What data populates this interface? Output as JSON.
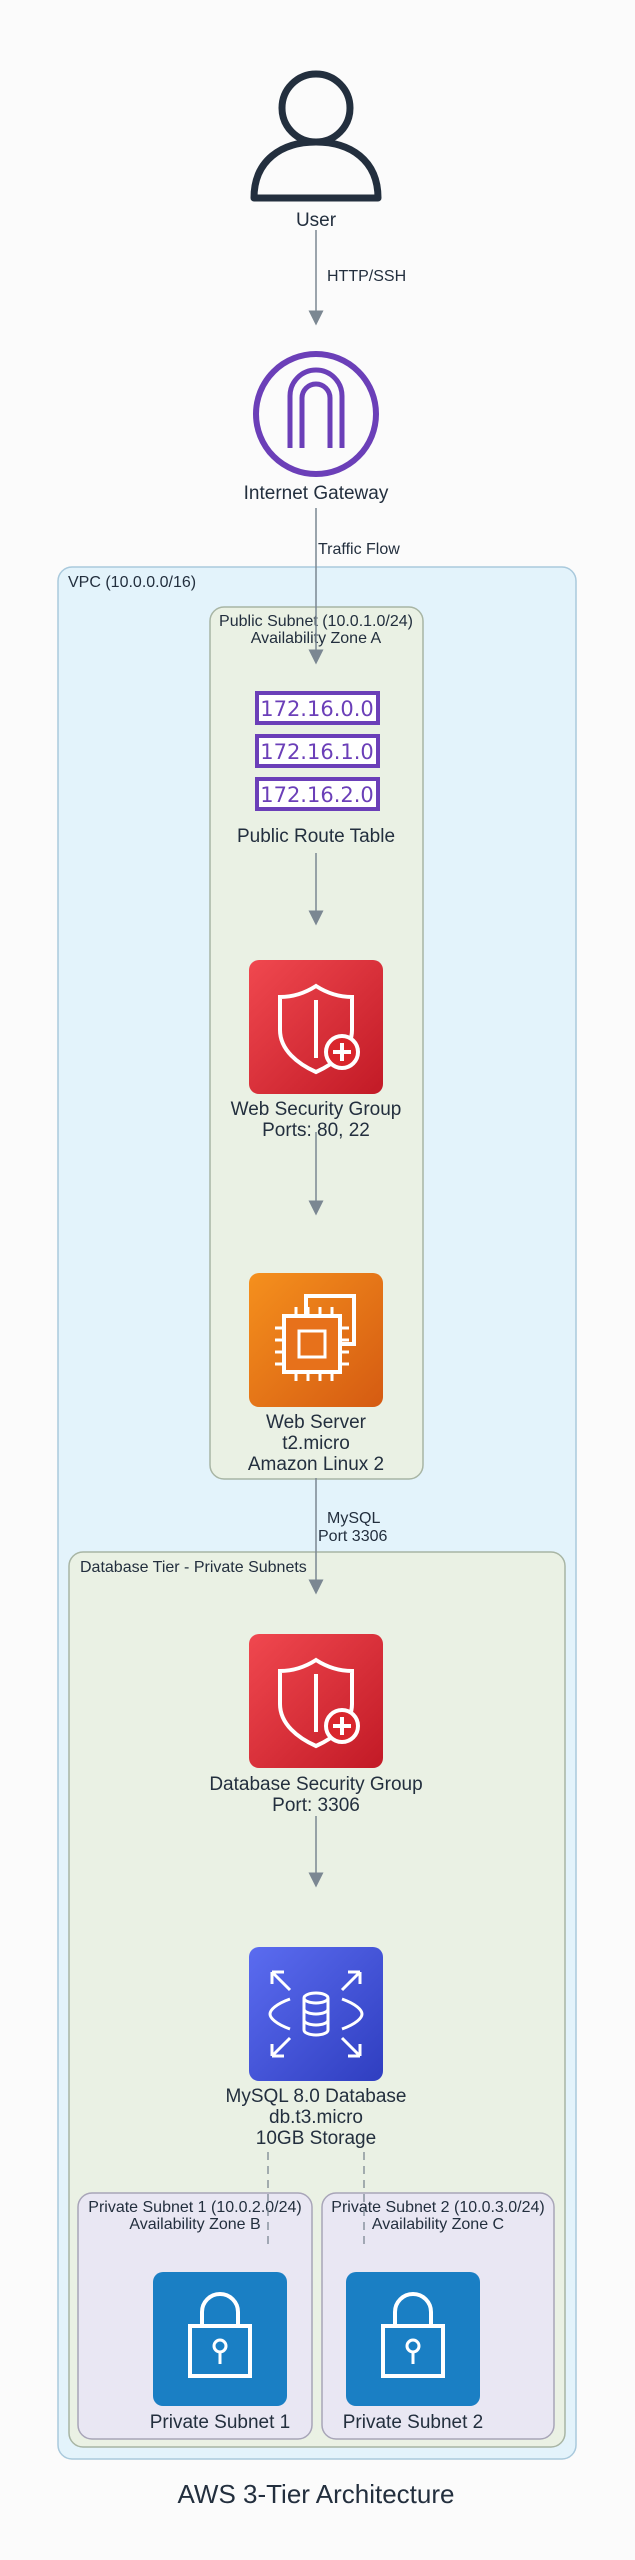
{
  "title": "AWS 3-Tier Architecture",
  "nodes": {
    "user": {
      "label": "User",
      "icon": "user-icon"
    },
    "internet_gateway": {
      "label": "Internet Gateway",
      "icon": "internet-gateway-icon"
    },
    "route_table": {
      "label": "Public Route Table",
      "icon": "route-table-icon",
      "entries": [
        "172.16.0.0",
        "172.16.1.0",
        "172.16.2.0"
      ]
    },
    "web_sg": {
      "line1": "Web Security Group",
      "line2": "Ports: 80, 22",
      "icon": "shield-icon"
    },
    "web_server": {
      "line1": "Web Server",
      "line2": "t2.micro",
      "line3": "Amazon Linux 2",
      "icon": "ec2-chip-icon"
    },
    "db_sg": {
      "line1": "Database Security Group",
      "line2": "Port: 3306",
      "icon": "shield-icon"
    },
    "database": {
      "line1": "MySQL 8.0 Database",
      "line2": "db.t3.micro",
      "line3": "10GB Storage",
      "icon": "rds-database-icon"
    },
    "private_subnet_1": {
      "label": "Private Subnet 1",
      "icon": "lock-icon"
    },
    "private_subnet_2": {
      "label": "Private Subnet 2",
      "icon": "lock-icon"
    }
  },
  "edges": {
    "user_to_igw": "HTTP/SSH",
    "igw_to_subnet": "Traffic Flow",
    "web_to_db_line1": "MySQL",
    "web_to_db_line2": "Port 3306"
  },
  "clusters": {
    "vpc": "VPC (10.0.0.0/16)",
    "public_subnet_line1": "Public Subnet (10.0.1.0/24)",
    "public_subnet_line2": "Availability Zone A",
    "db_tier": "Database Tier - Private Subnets",
    "private1_line1": "Private Subnet 1 (10.0.2.0/24)",
    "private1_line2": "Availability Zone B",
    "private2_line1": "Private Subnet 2 (10.0.3.0/24)",
    "private2_line2": "Availability Zone C"
  },
  "colors": {
    "vpc_fill": "#e3f3fb",
    "vpc_stroke": "#a9c9dc",
    "subnet_fill": "#eaf1e4",
    "private_fill": "#e9e7f3",
    "arrow": "#7b8792",
    "text": "#232f3e",
    "igw_purple": "#6b3fb8",
    "security_red": "#d9262c",
    "compute_orange": "#e7711b",
    "database_blue": "#3d4fd8",
    "subnet_blue": "#1a7fc4"
  }
}
